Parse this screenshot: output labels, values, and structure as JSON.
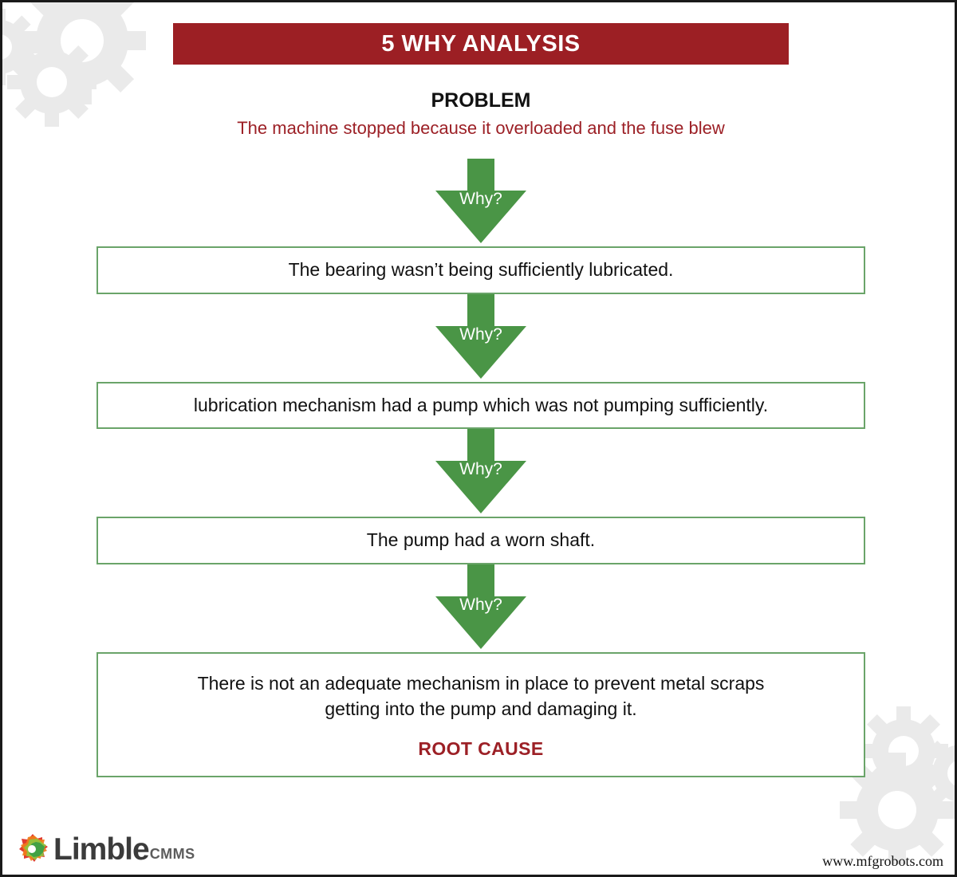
{
  "banner": {
    "title": "5 WHY ANALYSIS",
    "background_color": "#9c1f24",
    "text_color": "#ffffff"
  },
  "problem": {
    "label": "PROBLEM",
    "statement": "The machine stopped because it overloaded and the fuse blew",
    "statement_color": "#9c2026"
  },
  "arrow": {
    "label": "Why?",
    "color": "#4a9546"
  },
  "steps": [
    {
      "arrow_label": "Why?",
      "text": "The bearing wasn’t being sufficiently lubricated.",
      "is_root": false
    },
    {
      "arrow_label": "Why?",
      "text": "lubrication mechanism had a pump which was not pumping sufficiently.",
      "is_root": false
    },
    {
      "arrow_label": "Why?",
      "text": "The pump had a worn shaft.",
      "is_root": false
    },
    {
      "arrow_label": "Why?",
      "text_line_1": "There is not an adequate mechanism in place to prevent metal scraps",
      "text_line_2": "getting into the pump and damaging it.",
      "root_label": "ROOT CAUSE",
      "is_root": true
    }
  ],
  "footer": {
    "logo_name": "Limble",
    "logo_suffix": "CMMS",
    "watermark_url": "www.mfgrobots.com"
  },
  "theme": {
    "box_border_color": "#6aa469",
    "arrow_green": "#4a9546",
    "brand_red": "#9c1f24",
    "gear_watermark_color": "#eaeaea",
    "page_border_color": "#1a1a1a"
  }
}
